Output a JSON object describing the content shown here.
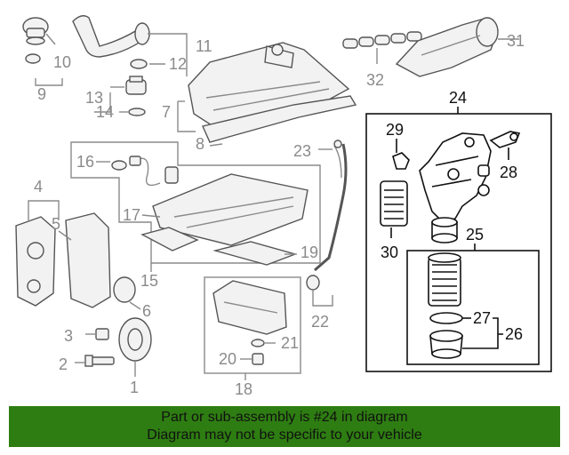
{
  "callouts": {
    "c1": "1",
    "c2": "2",
    "c3": "3",
    "c4": "4",
    "c5": "5",
    "c6": "6",
    "c7": "7",
    "c8": "8",
    "c9": "9",
    "c10": "10",
    "c11": "11",
    "c12": "12",
    "c13": "13",
    "c14": "14",
    "c15": "15",
    "c16": "16",
    "c17": "17",
    "c18": "18",
    "c19": "19",
    "c20": "20",
    "c21": "21",
    "c22": "22",
    "c23": "23",
    "c24": "24",
    "c25": "25",
    "c26": "26",
    "c27": "27",
    "c28": "28",
    "c29": "29",
    "c30": "30",
    "c31": "31",
    "c32": "32"
  },
  "banner": {
    "line1": "Part or sub-assembly is #24 in diagram",
    "line2": "Diagram may not be specific to your vehicle"
  },
  "colors": {
    "banner_bg": "#2e7d12",
    "highlight_stroke": "#111111",
    "normal_stroke": "#8a8a8a"
  }
}
